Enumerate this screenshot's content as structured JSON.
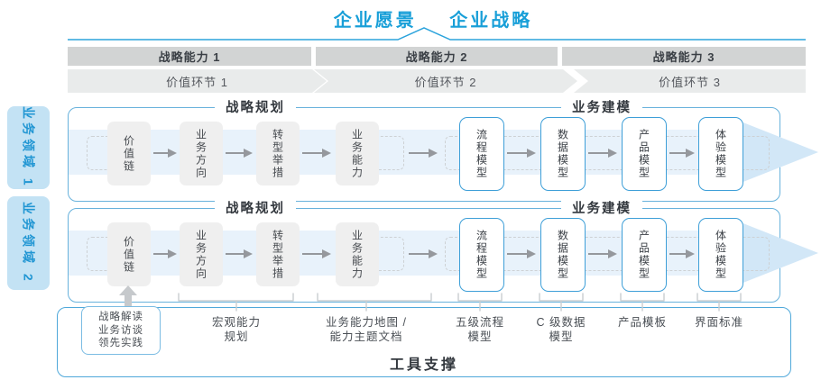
{
  "colors": {
    "accent_blue": "#189FD8",
    "container_border_blue": "#68B2DC",
    "band_blue": "#E8F2FB",
    "band_arrow_blue": "#D2E7F7",
    "sidebar_bg": "#C3E2F4",
    "capability_bar_gray": "#D2D4D4",
    "chevron_gray": "#E9EBEB",
    "box_gray": "#EFEFEF",
    "blue_box_border": "#3E9FD8",
    "flow_arrow_gray": "#95989D",
    "brace_gray": "#C9CDD0",
    "text_dark": "#33383E"
  },
  "header": {
    "vision": "企业愿景",
    "strategy": "企业战略"
  },
  "capabilities": [
    "战略能力 1",
    "战略能力 2",
    "战略能力 3"
  ],
  "value_links": [
    "价值环节 1",
    "价值环节 2",
    "价值环节 3"
  ],
  "domains": [
    {
      "label": "业务领域 1"
    },
    {
      "label": "业务领域 2"
    }
  ],
  "row": {
    "planning_header": "战略规划",
    "modeling_header": "业务建模",
    "gray_boxes": [
      "价值链",
      "业务方向",
      "转型举措",
      "业务能力"
    ],
    "blue_boxes": [
      "流程模型",
      "数据模型",
      "产品模型",
      "体验模型"
    ]
  },
  "annotations": {
    "practice_box": {
      "line1": "战略解读",
      "line2": "业务访谈",
      "line3": "领先实践"
    },
    "items": [
      {
        "line1": "宏观能力",
        "line2": "规划"
      },
      {
        "line1": "业务能力地图 /",
        "line2": "能力主题文档"
      },
      {
        "line1": "五级流程",
        "line2": "模型"
      },
      {
        "line1": "C 级数据",
        "line2": "模型"
      },
      {
        "line1": "产品模板",
        "line2": ""
      },
      {
        "line1": "界面标准",
        "line2": ""
      }
    ]
  },
  "footer": {
    "label": "工具支撑"
  }
}
